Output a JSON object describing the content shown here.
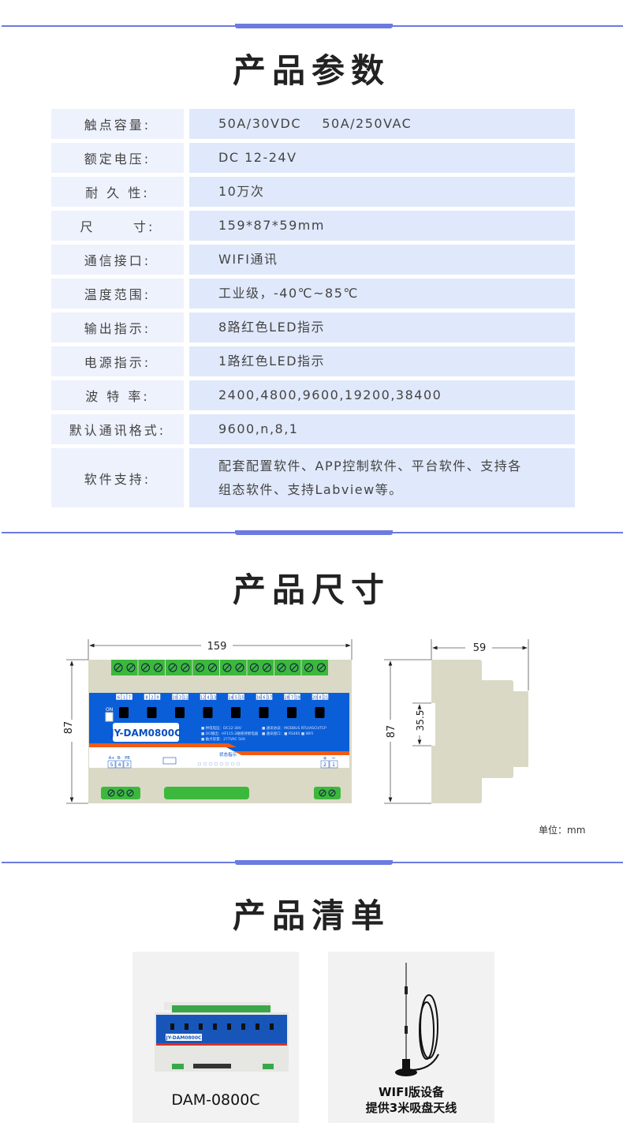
{
  "sections": {
    "params_title": "产品参数",
    "size_title": "产品尺寸",
    "list_title": "产品清单"
  },
  "params": [
    {
      "label": "触点容量:",
      "value": "50A/30VDC    50A/250VAC"
    },
    {
      "label": "额定电压:",
      "value": "DC 12-24V"
    },
    {
      "label": "耐 久 性:",
      "value": "10万次"
    },
    {
      "label": "尺      寸:",
      "value": "159*87*59mm"
    },
    {
      "label": "通信接口:",
      "value": "WIFI通讯"
    },
    {
      "label": "温度范围:",
      "value": "工业级，-40℃~85℃"
    },
    {
      "label": "输出指示:",
      "value": "8路红色LED指示"
    },
    {
      "label": "电源指示:",
      "value": "1路红色LED指示"
    },
    {
      "label": "波 特 率:",
      "value": "2400,4800,9600,19200,38400"
    },
    {
      "label": "默认通讯格式:",
      "value": "9600,n,8,1"
    },
    {
      "label": "软件支持:",
      "value": "配套配置软件、APP控制软件、平台软件、支持各组态软件、支持Labview等。"
    }
  ],
  "dimensions": {
    "width": "159",
    "height": "87",
    "depth": "59",
    "rail": "35.5",
    "unit_label": "单位：mm",
    "device_model": "JY-DAM0800C",
    "device_status_label": "状态指示",
    "device_on_label": "ON",
    "relay_pins": [
      [
        "6",
        "1",
        "7"
      ],
      [
        "8",
        "2",
        "9"
      ],
      [
        "10",
        "3",
        "11"
      ],
      [
        "12",
        "4",
        "13"
      ],
      [
        "14",
        "5",
        "15"
      ],
      [
        "16",
        "6",
        "17"
      ],
      [
        "18",
        "7",
        "19"
      ],
      [
        "20",
        "8",
        "21"
      ]
    ],
    "rs485_pins": [
      {
        "name": "A+",
        "num": "5"
      },
      {
        "name": "B-",
        "num": "4"
      },
      {
        "name": "PB",
        "num": "3"
      }
    ],
    "power_pins": [
      {
        "name": "+",
        "num": "2"
      },
      {
        "name": "−",
        "num": "1"
      }
    ]
  },
  "product_list": [
    {
      "caption": "DAM-0800C"
    },
    {
      "caption_line1": "WIFI版设备",
      "caption_line2": "提供3米吸盘天线"
    }
  ],
  "colors": {
    "accent": "#6b7be0",
    "label_bg": "#eef2fd",
    "value_bg": "#e0e9fb",
    "device_blue": "#0a5fd8",
    "terminal_green": "#3cb83c",
    "housing": "#dad9c6",
    "stripe_orange": "#f05a14"
  }
}
